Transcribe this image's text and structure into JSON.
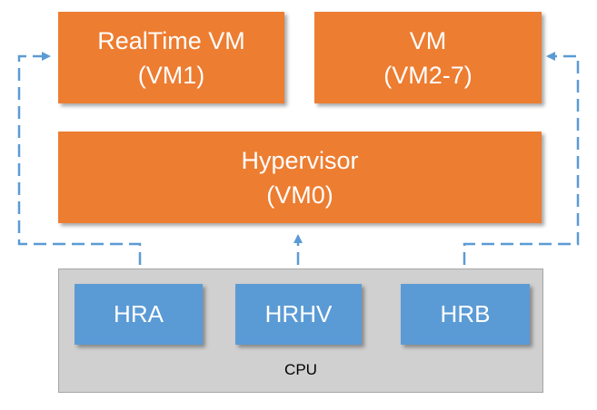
{
  "colors": {
    "vm_fill": "#ed7d31",
    "hr_fill": "#5b9bd5",
    "cpu_fill": "#d0d0d0",
    "connector": "#5b9bd5"
  },
  "vms": {
    "realtime": {
      "line1": "RealTime VM",
      "line2": "(VM1)"
    },
    "general": {
      "line1": "VM",
      "line2": "(VM2-7)"
    },
    "hypervisor": {
      "line1": "Hypervisor",
      "line2": "(VM0)"
    }
  },
  "cpu": {
    "label": "CPU",
    "units": {
      "hra": "HRA",
      "hrhv": "HRHV",
      "hrb": "HRB"
    }
  }
}
